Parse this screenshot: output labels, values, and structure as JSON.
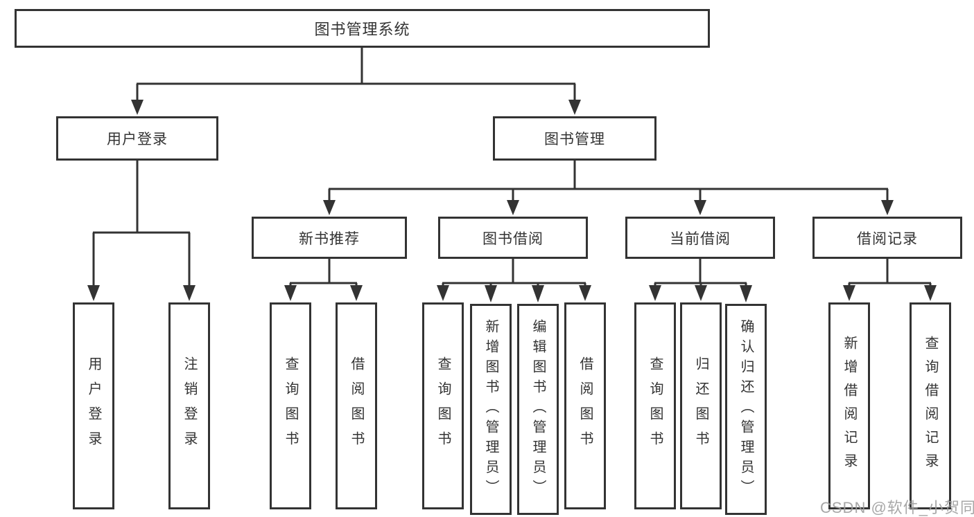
{
  "colors": {
    "background": "#ffffff",
    "line": "#333333",
    "box_border": "#333333",
    "text": "#333333",
    "watermark": "#9e9e9e"
  },
  "watermark": {
    "text": "CSDN @软件_小贺同学"
  },
  "tree": {
    "label": "图书管理系统",
    "children": [
      {
        "label": "用户登录",
        "children": [
          {
            "label": "用户登录"
          },
          {
            "label": "注销登录"
          }
        ]
      },
      {
        "label": "图书管理",
        "children": [
          {
            "label": "新书推荐",
            "children": [
              {
                "label": "查询图书"
              },
              {
                "label": "借阅图书"
              }
            ]
          },
          {
            "label": "图书借阅",
            "children": [
              {
                "label": "查询图书"
              },
              {
                "label": "新增图书（管理员）"
              },
              {
                "label": "编辑图书（管理员）"
              },
              {
                "label": "借阅图书"
              }
            ]
          },
          {
            "label": "当前借阅",
            "children": [
              {
                "label": "查询图书"
              },
              {
                "label": "归还图书"
              },
              {
                "label": "确认归还（管理员）"
              }
            ]
          },
          {
            "label": "借阅记录",
            "children": [
              {
                "label": "新增借阅记录"
              },
              {
                "label": "查询借阅记录"
              }
            ]
          }
        ]
      }
    ]
  }
}
